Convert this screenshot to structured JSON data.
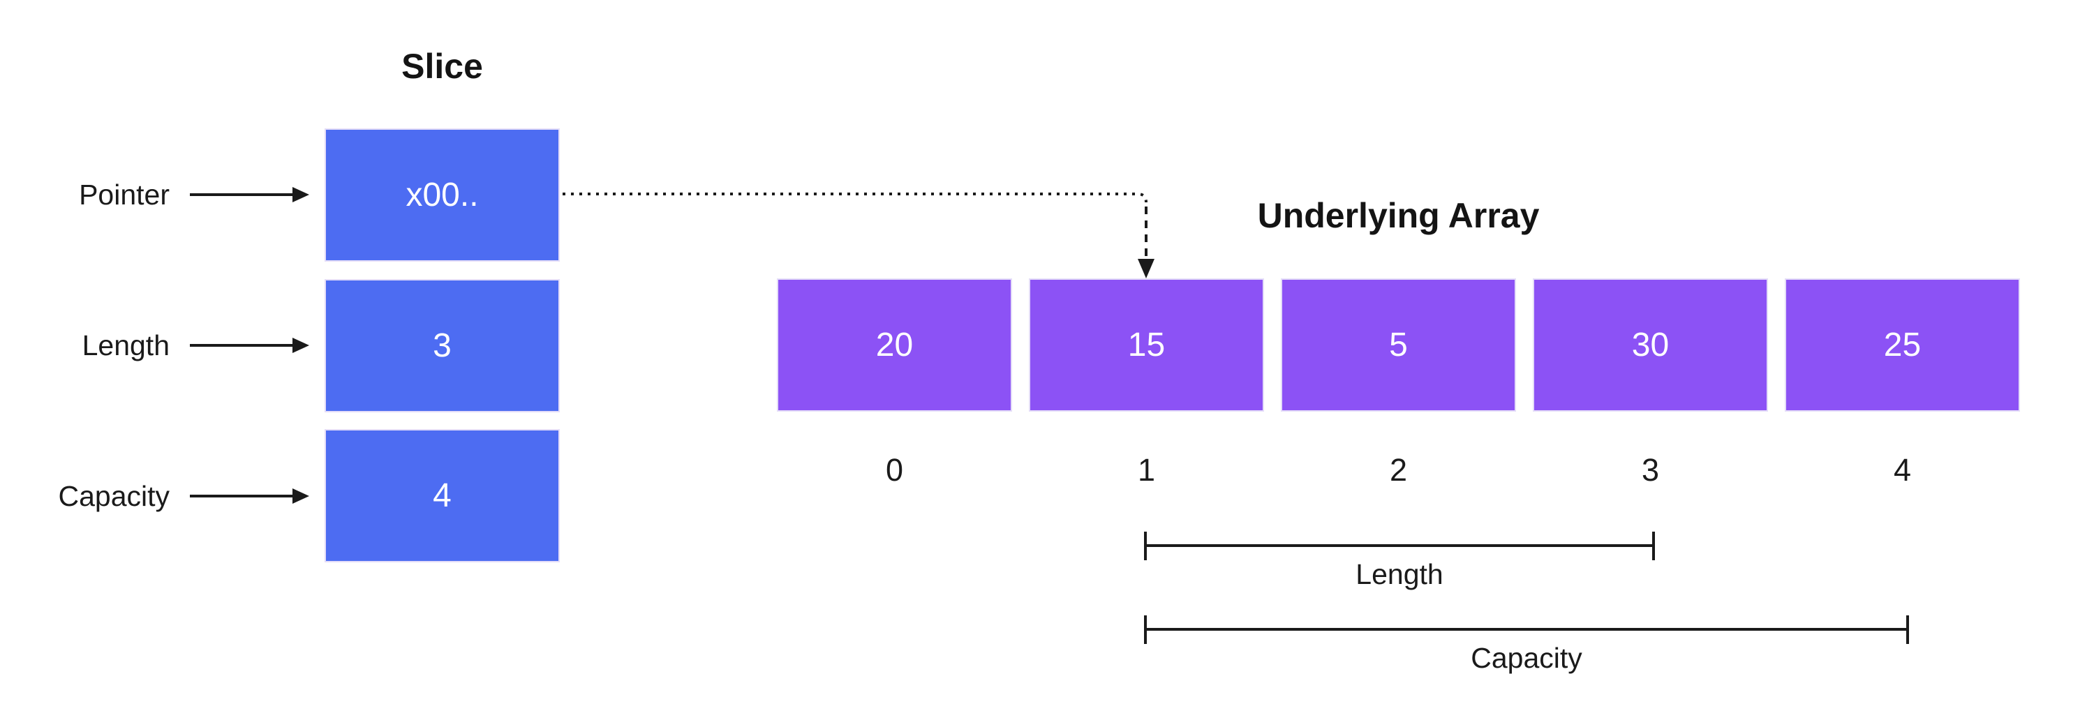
{
  "slice": {
    "title": "Slice",
    "fields": [
      {
        "label": "Pointer",
        "value": "x00.."
      },
      {
        "label": "Length",
        "value": "3"
      },
      {
        "label": "Capacity",
        "value": "4"
      }
    ]
  },
  "array": {
    "title": "Underlying Array",
    "cells": [
      {
        "value": "20",
        "index": "0"
      },
      {
        "value": "15",
        "index": "1"
      },
      {
        "value": "5",
        "index": "2"
      },
      {
        "value": "30",
        "index": "3"
      },
      {
        "value": "25",
        "index": "4"
      }
    ]
  },
  "brackets": [
    {
      "label": "Length"
    },
    {
      "label": "Capacity"
    }
  ],
  "colors": {
    "slice_box": "#4d6cf2",
    "array_box": "#8c52f5",
    "line": "#1a1a1a",
    "box_text": "#ffffff",
    "dark_text": "#141414"
  }
}
